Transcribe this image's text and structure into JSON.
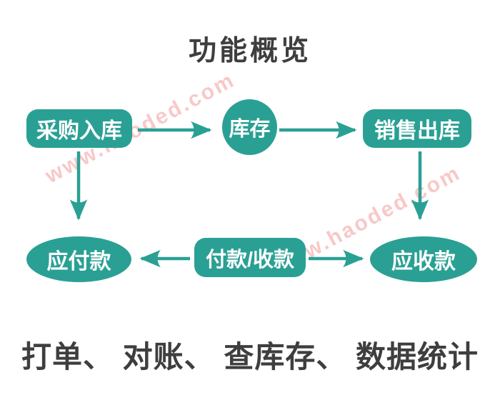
{
  "title": "功能概览",
  "caption": "打单、 对账、 查库存、 数据统计",
  "watermark": {
    "text": "www.haoded.com"
  },
  "colors": {
    "node_teal": "#2aa094",
    "arrow_teal": "#2aa094",
    "text_dark": "#3e3e3e",
    "node_text": "#ffffff",
    "watermark_pink": "#f7bfbf",
    "background": "#ffffff"
  },
  "diagram": {
    "nodes": [
      {
        "id": "purchase-inbound",
        "label": "采购入库",
        "shape": "rounded-rect"
      },
      {
        "id": "inventory",
        "label": "库存",
        "shape": "circle"
      },
      {
        "id": "sales-outbound",
        "label": "销售出库",
        "shape": "rounded-rect"
      },
      {
        "id": "accounts-payable",
        "label": "应付款",
        "shape": "ellipse"
      },
      {
        "id": "payment-receipt",
        "label": "付款/收款",
        "shape": "rounded-rect"
      },
      {
        "id": "accounts-receivable",
        "label": "应收款",
        "shape": "ellipse"
      }
    ],
    "edges": [
      {
        "from": "purchase-inbound",
        "to": "inventory",
        "direction": "right"
      },
      {
        "from": "inventory",
        "to": "sales-outbound",
        "direction": "right"
      },
      {
        "from": "purchase-inbound",
        "to": "accounts-payable",
        "direction": "down"
      },
      {
        "from": "sales-outbound",
        "to": "accounts-receivable",
        "direction": "down"
      },
      {
        "from": "payment-receipt",
        "to": "accounts-payable",
        "direction": "left"
      },
      {
        "from": "payment-receipt",
        "to": "accounts-receivable",
        "direction": "right"
      }
    ]
  }
}
